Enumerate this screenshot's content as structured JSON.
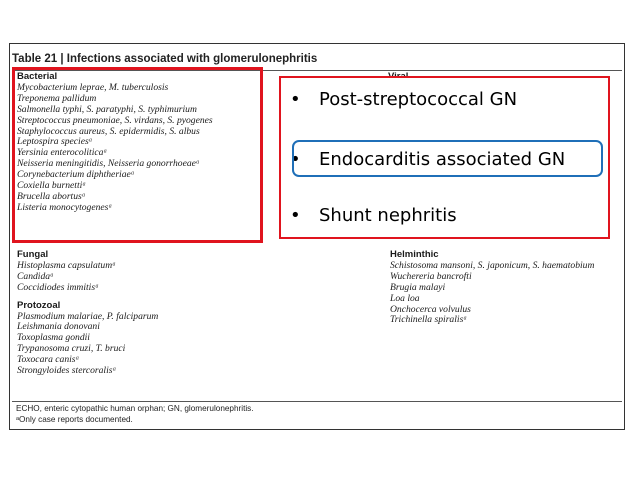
{
  "table": {
    "title": "Table 21 | Infections associated with glomerulonephritis",
    "viral_heading": "Viral",
    "bacterial": {
      "heading": "Bacterial",
      "items": [
        "Mycobacterium leprae, M. tuberculosis",
        "Treponema pallidum",
        "Salmonella typhi, S. paratyphi, S. typhimurium",
        "Streptococcus pneumoniae, S. virdans, S. pyogenes",
        "Staphylococcus aureus, S. epidermidis, S. albus",
        "Leptospira speciesᵃ",
        "Yersinia enterocoliticaᵃ",
        "Neisseria meningitidis, Neisseria gonorrhoeaeᵃ",
        "Corynebacterium diphtheriaeᵃ",
        "Coxiella burnettiᵃ",
        "Brucella abortusᵃ",
        "Listeria monocytogenesᵃ"
      ]
    },
    "fungal": {
      "heading": "Fungal",
      "items": [
        "Histoplasma capsulatumᵃ",
        "Candidaᵃ",
        "Coccidiodes immitisᵃ"
      ]
    },
    "protozoal": {
      "heading": "Protozoal",
      "items": [
        "Plasmodium malariae, P. falciparum",
        "Leishmania donovani",
        "Toxoplasma gondii",
        "Trypanosoma cruzi, T. bruci",
        "Toxocara canisᵃ",
        "Strongyloides stercoralisᵃ"
      ]
    },
    "helminthic": {
      "heading": "Helminthic",
      "items": [
        "Schistosoma mansoni, S. japonicum, S. haematobium",
        "Wuchereria bancrofti",
        "Brugia malayi",
        "Loa loa",
        "Onchocerca volvulus",
        "Trichinella spiralisᵃ"
      ]
    },
    "footnotes": [
      "ECHO, enteric cytopathic human orphan; GN, glomerulonephritis.",
      "ᵃOnly case reports documented."
    ]
  },
  "overlay": {
    "bullets": [
      "Post-streptococcal GN",
      "Endocarditis associated GN",
      "Shunt nephritis"
    ],
    "bullet_char": "•"
  },
  "colors": {
    "red_highlight": "#e0141e",
    "blue_highlight": "#1f6fb8"
  }
}
